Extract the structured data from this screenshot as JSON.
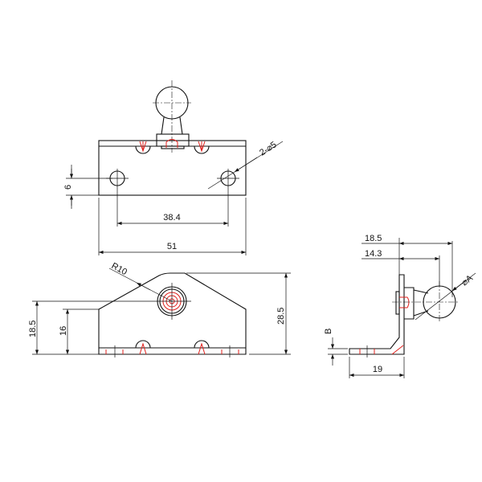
{
  "drawing": {
    "colors": {
      "line": "#111111",
      "hidden": "#e0201c",
      "background": "#ffffff"
    },
    "top_view": {
      "dim_hole_offset": "6",
      "dim_hole_spacing": "38.4",
      "dim_width": "51",
      "hole_callout": "2-⌀5"
    },
    "front_view": {
      "dim_radius": "R10",
      "dim_pivot_height": "18.5",
      "dim_shoulder_height": "16",
      "dim_total_height": "28.5"
    },
    "side_view": {
      "dim_ball_outer": "18.5",
      "dim_ball_center": "14.3",
      "dim_ball_diameter": "⌀A",
      "dim_thickness": "B",
      "dim_base_length": "19"
    }
  }
}
